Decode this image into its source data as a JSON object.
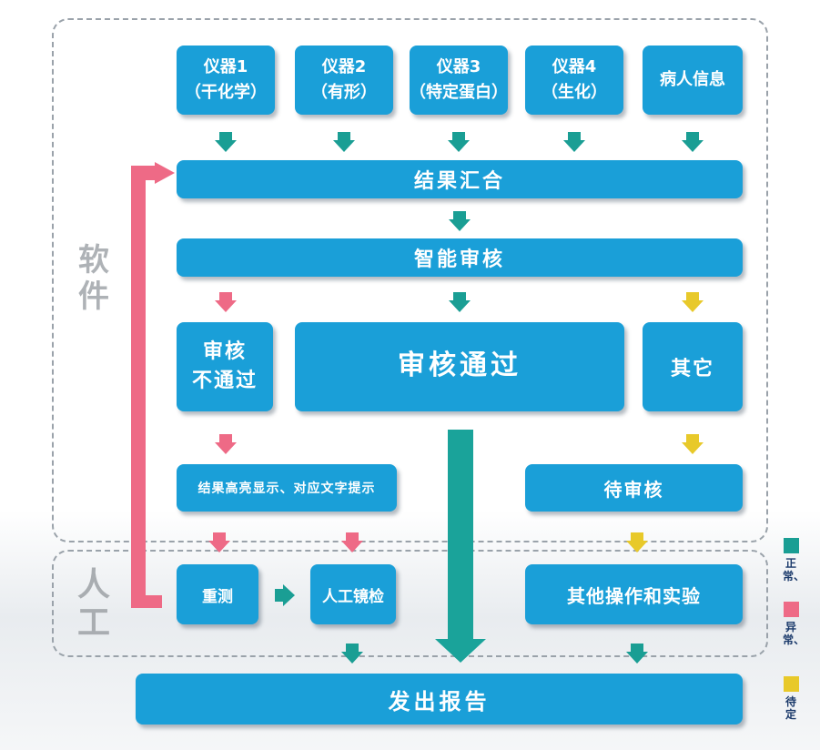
{
  "colors": {
    "box": "#1a9fd8",
    "teal": "#1a9e94",
    "pink": "#ee6a86",
    "yellow": "#e8c92a",
    "big_arrow": "#1aa39a"
  },
  "labels": {
    "software": [
      "软",
      "件"
    ],
    "manual": [
      "人",
      "工"
    ]
  },
  "instruments": [
    {
      "line1": "仪器1",
      "line2": "（干化学）"
    },
    {
      "line1": "仪器2",
      "line2": "（有形）"
    },
    {
      "line1": "仪器3",
      "line2": "（特定蛋白）"
    },
    {
      "line1": "仪器4",
      "line2": "（生化）"
    },
    {
      "line1": "病人信息",
      "line2": ""
    }
  ],
  "nodes": {
    "summary": "结果汇合",
    "smart_review": "智能审核",
    "fail_line1": "审核",
    "fail_line2": "不通过",
    "pass": "审核通过",
    "other": "其它",
    "highlight": "结果高亮显示、对应文字提示",
    "pending": "待审核",
    "retest": "重测",
    "microscope": "人工镜检",
    "other_ops": "其他操作和实验",
    "report": "发出报告"
  },
  "legend": [
    {
      "color": "teal",
      "text": "正常、"
    },
    {
      "color": "pink",
      "text": "异常、"
    },
    {
      "color": "yellow",
      "text": "待定"
    }
  ]
}
